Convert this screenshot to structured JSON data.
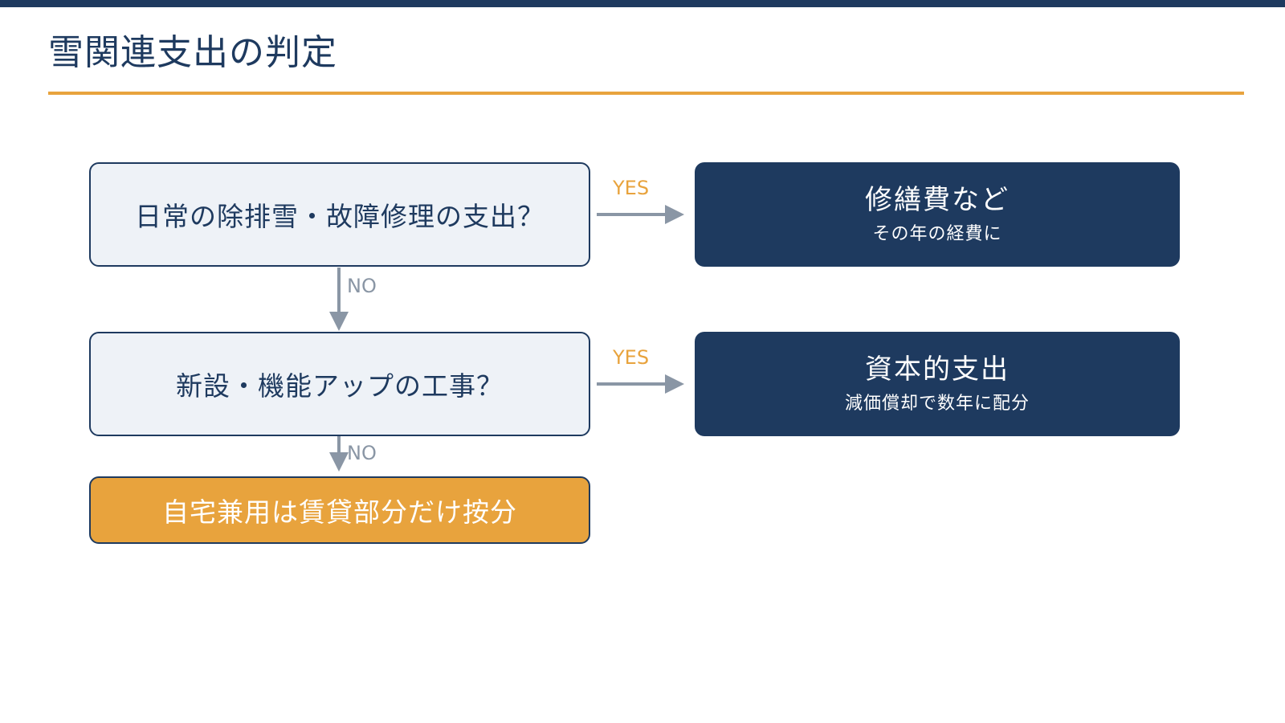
{
  "colors": {
    "navy": "#1e3a5f",
    "accent": "#e8a33d",
    "question_bg": "#eef2f7",
    "arrow_gray": "#8a96a5",
    "white": "#ffffff"
  },
  "title": "雪関連支出の判定",
  "questions": [
    "日常の除排雪・故障修理の支出？",
    "新設・機能アップの工事？"
  ],
  "results": [
    {
      "title": "修繕費など",
      "subtitle": "その年の経費に"
    },
    {
      "title": "資本的支出",
      "subtitle": "減価償却で数年に配分"
    }
  ],
  "final": "自宅兼用は賃貸部分だけ按分",
  "labels": {
    "yes": "YES",
    "no": "NO"
  }
}
